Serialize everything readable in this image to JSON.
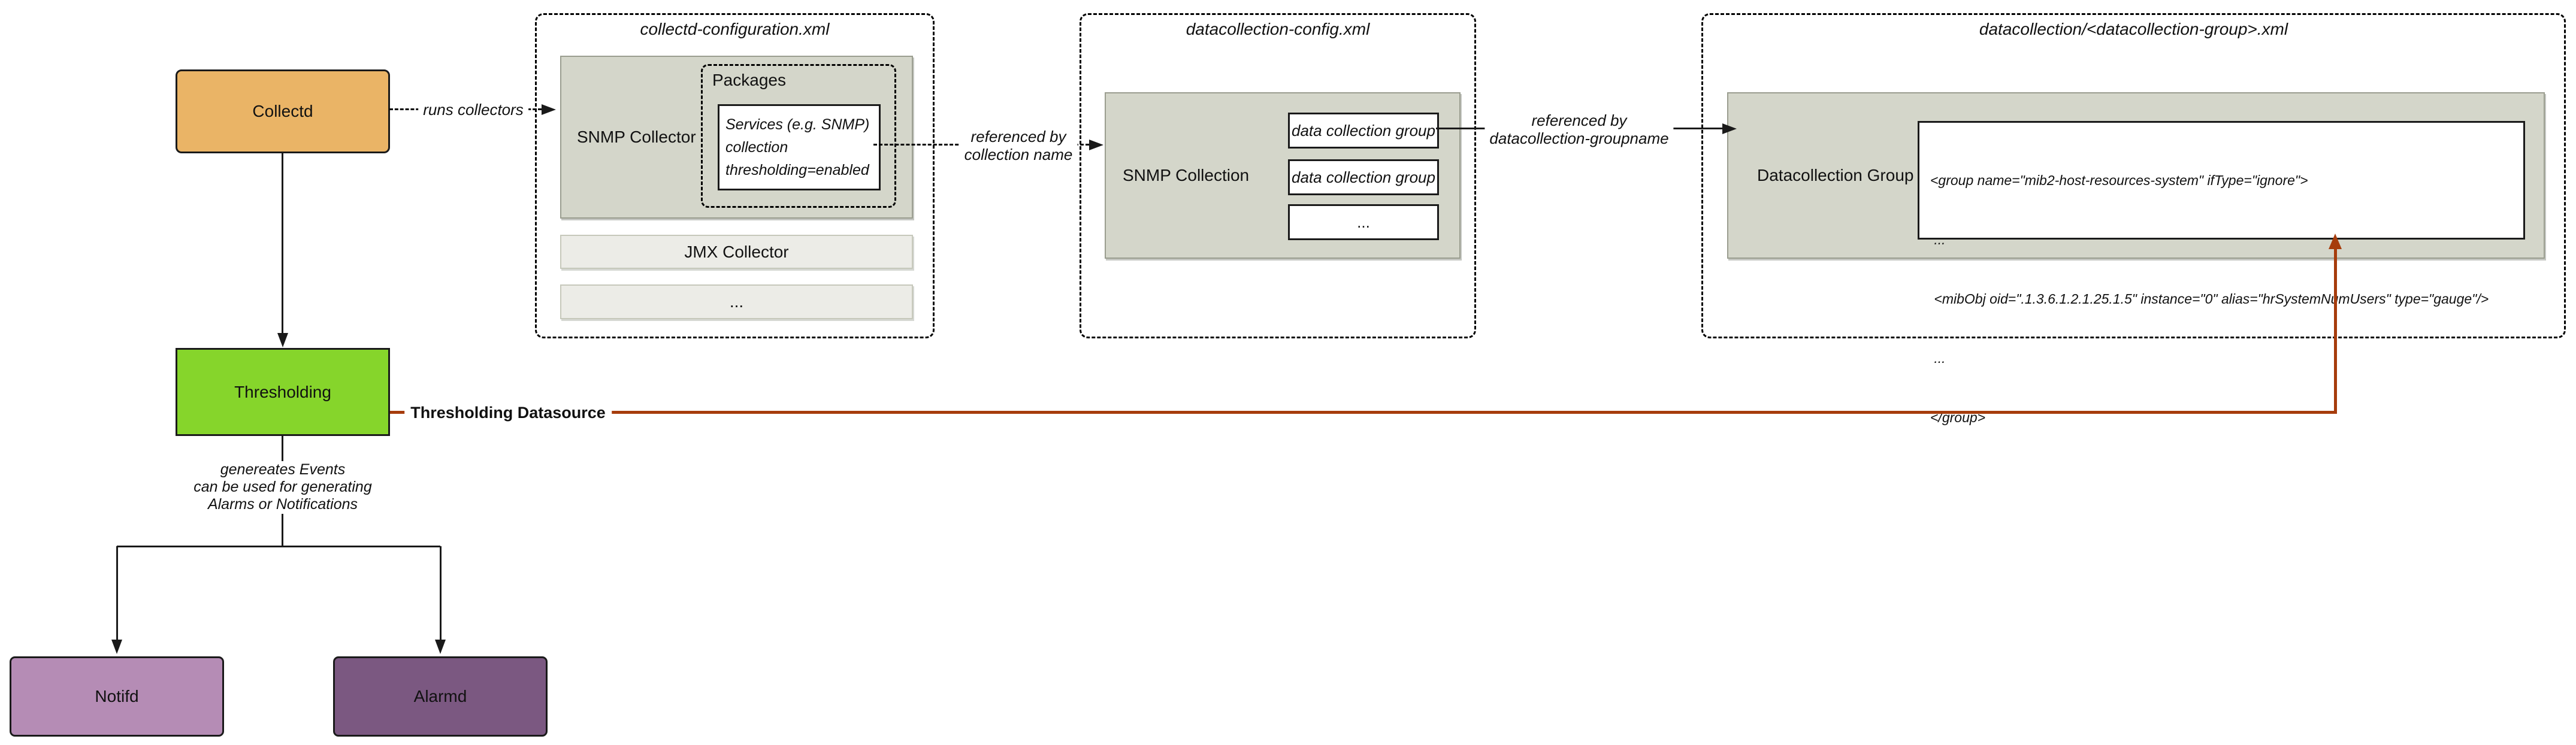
{
  "colors": {
    "collectd": "#EAB466",
    "thresholding": "#86D52B",
    "notifd": "#B58CB5",
    "alarmd": "#7B5881",
    "datasource_line": "#A63C0C",
    "panel": "#D4D6CA",
    "panel_light": "#ECECE7"
  },
  "nodes": {
    "collectd": {
      "label": "Collectd"
    },
    "thresholding": {
      "label": "Thresholding"
    },
    "notifd": {
      "label": "Notifd"
    },
    "alarmd": {
      "label": "Alarmd"
    }
  },
  "collectd_config": {
    "title": "collectd-configuration.xml",
    "snmp_collector_label": "SNMP Collector",
    "packages_label": "Packages",
    "services_lines": [
      "Services (e.g. SNMP)",
      "collection",
      "thresholding=enabled"
    ],
    "jmx_collector_label": "JMX Collector",
    "more_label": "..."
  },
  "datacollection_config": {
    "title": "datacollection-config.xml",
    "snmp_collection_label": "SNMP Collection",
    "group_boxes": [
      "data collection group",
      "data collection group",
      "..."
    ]
  },
  "datacollection_group_file": {
    "title": "datacollection/<datacollection-group>.xml",
    "group_panel_label": "Datacollection Group",
    "xml_lines": [
      "<group name=\"mib2-host-resources-system\" ifType=\"ignore\">",
      " ...",
      " <mibObj oid=\".1.3.6.1.2.1.25.1.5\" instance=\"0\" alias=\"hrSystemNumUsers\" type=\"gauge\"/>",
      " ...",
      "</group>"
    ]
  },
  "edges": {
    "runs_collectors": "runs collectors",
    "referenced_by_collection": [
      "referenced by",
      "collection name"
    ],
    "referenced_by_groupname": [
      "referenced by",
      "datacollection-groupname"
    ],
    "thresholding_datasource": "Thresholding Datasource",
    "generates_events": [
      "genereates Events",
      "can be used for generating",
      "Alarms or Notifications"
    ]
  }
}
